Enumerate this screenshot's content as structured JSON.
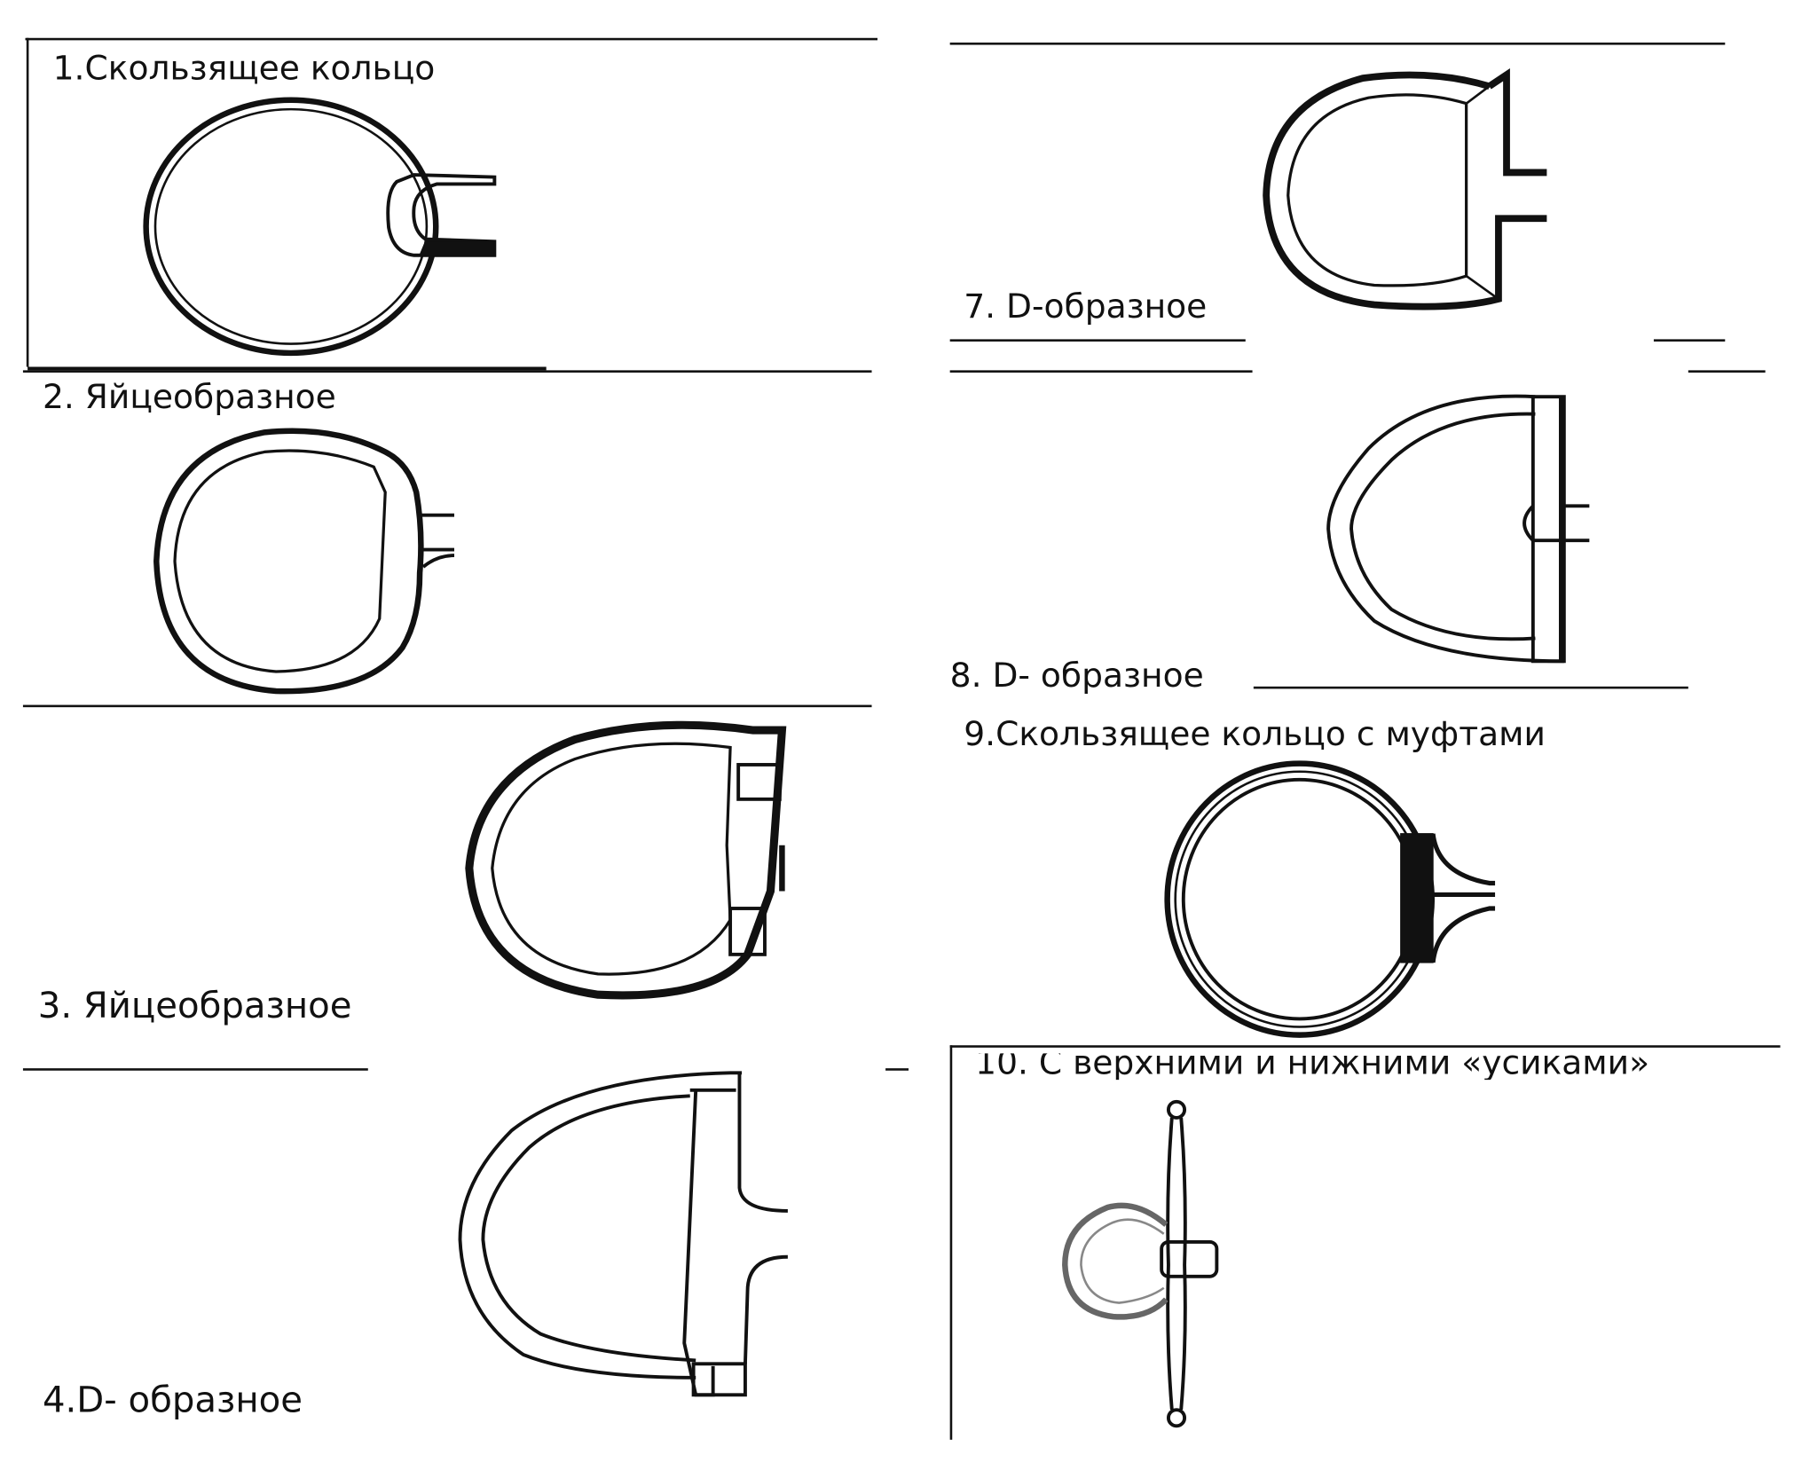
{
  "items": [
    {
      "label": "1.Скользящее кольцо",
      "icon": "loose-ring-bit-icon"
    },
    {
      "label": "2. Яйцеобразное",
      "icon": "eggbutt-bit-icon"
    },
    {
      "label": "3. Яйцеобразное",
      "icon": "eggbutt-bit-icon"
    },
    {
      "label": "4.D- образное",
      "icon": "d-ring-bit-icon"
    },
    {
      "label": "7. D-образное",
      "icon": "d-ring-bit-icon"
    },
    {
      "label": "8. D- образное",
      "icon": "d-ring-bit-icon"
    },
    {
      "label": "9.Скользящее кольцо с муфтами",
      "icon": "loose-ring-sleeved-bit-icon"
    },
    {
      "label": "10. С верхними и нижними «усиками»",
      "icon": "full-cheek-bit-icon"
    }
  ]
}
